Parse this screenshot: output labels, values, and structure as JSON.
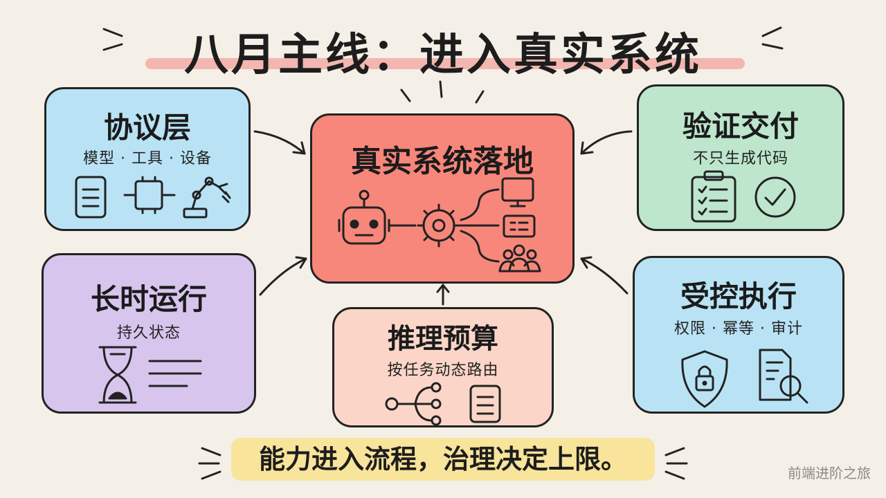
{
  "title": "八月主线：进入真实系统",
  "center": {
    "heading": "真实系统落地"
  },
  "cards": {
    "protocol": {
      "heading": "协议层",
      "sub": "模型 · 工具 · 设备"
    },
    "verify": {
      "heading": "验证交付",
      "sub": "不只生成代码"
    },
    "longrun": {
      "heading": "长时运行",
      "sub": "持久状态"
    },
    "budget": {
      "heading": "推理预算",
      "sub": "按任务动态路由"
    },
    "controlled": {
      "heading": "受控执行",
      "sub": "权限 · 幂等 · 审计"
    }
  },
  "slogan": "能力进入流程，治理决定上限。",
  "watermark": "前端进阶之旅",
  "icons": {
    "protocol": [
      "document-icon",
      "chip-icon",
      "robot-arm-icon"
    ],
    "verify": [
      "clipboard-checklist-icon",
      "check-circle-icon"
    ],
    "longrun": [
      "hourglass-icon",
      "text-lines-icon"
    ],
    "budget": [
      "routing-branch-icon",
      "document-icon"
    ],
    "controlled": [
      "shield-lock-icon",
      "search-document-icon"
    ],
    "center": [
      "robot-icon",
      "gear-icon",
      "monitor-icon",
      "server-icon",
      "users-icon"
    ]
  },
  "colors": {
    "background": "#f4efe7",
    "blue": "#b9e3f5",
    "green": "#bde6cd",
    "purple": "#d7c5ee",
    "red": "#f7877a",
    "peach": "#fbd6c8",
    "highlight": "#f8e49a"
  }
}
